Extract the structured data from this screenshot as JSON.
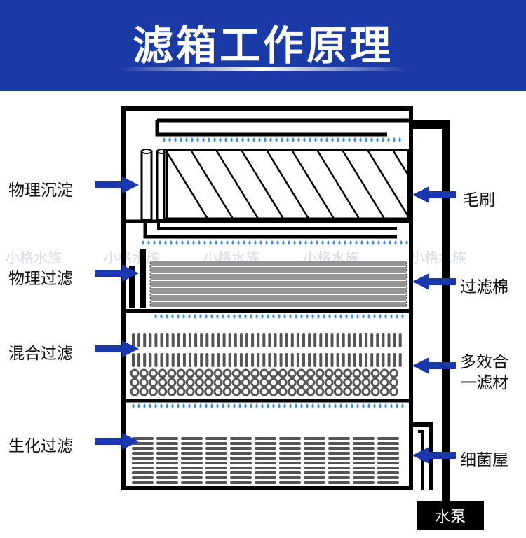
{
  "title": "滤箱工作原理",
  "labels": {
    "physical_settling": "物理沉淀",
    "physical_filtration": "物理过滤",
    "mixed_filtration": "混合过滤",
    "bio_filtration": "生化过滤",
    "brush": "毛刷",
    "filter_cotton": "过滤棉",
    "multi_media_1": "多效合",
    "multi_media_2": "一滤材",
    "bacteria_house": "细菌屋",
    "pump": "水泵"
  },
  "watermark": "小格水族",
  "colors": {
    "banner": "#1a3aa8",
    "arrow": "#1a37b0",
    "droplet": "#3a8fe0",
    "line": "#000000",
    "media": "#555555"
  }
}
